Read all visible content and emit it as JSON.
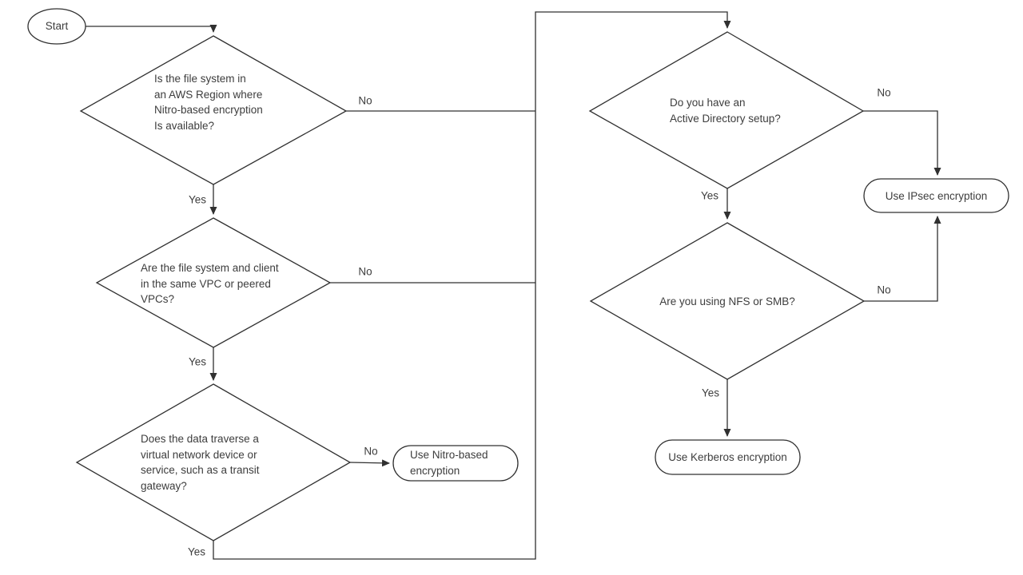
{
  "flowchart": {
    "description": "Decision flowchart for choosing an encryption method",
    "colors": {
      "background": "#ffffff",
      "line": "#303030",
      "text": "#3d3d3d"
    },
    "start_label": "Start",
    "decisions": {
      "region": {
        "text_lines": [
          "Is the file system in",
          "an AWS Region where",
          "Nitro-based encryption",
          "Is available?"
        ],
        "yes_label": "Yes",
        "no_label": "No"
      },
      "vpc": {
        "text_lines": [
          "Are the file system and client",
          "in the same VPC or peered",
          "VPCs?"
        ],
        "yes_label": "Yes",
        "no_label": "No"
      },
      "traverse": {
        "text_lines": [
          "Does the data traverse a",
          "virtual network device or",
          "service, such as a transit",
          "gateway?"
        ],
        "yes_label": "Yes",
        "no_label": "No"
      },
      "active_directory": {
        "text_lines": [
          "Do you have an",
          "Active Directory setup?"
        ],
        "yes_label": "Yes",
        "no_label": "No"
      },
      "protocol": {
        "text_lines": [
          "Are you using NFS or SMB?"
        ],
        "yes_label": "Yes",
        "no_label": "No"
      }
    },
    "terminals": {
      "nitro": {
        "text_lines": [
          "Use Nitro-based",
          "encryption"
        ]
      },
      "ipsec": {
        "text": "Use IPsec encryption"
      },
      "kerberos": {
        "text": "Use Kerberos encryption"
      }
    }
  }
}
